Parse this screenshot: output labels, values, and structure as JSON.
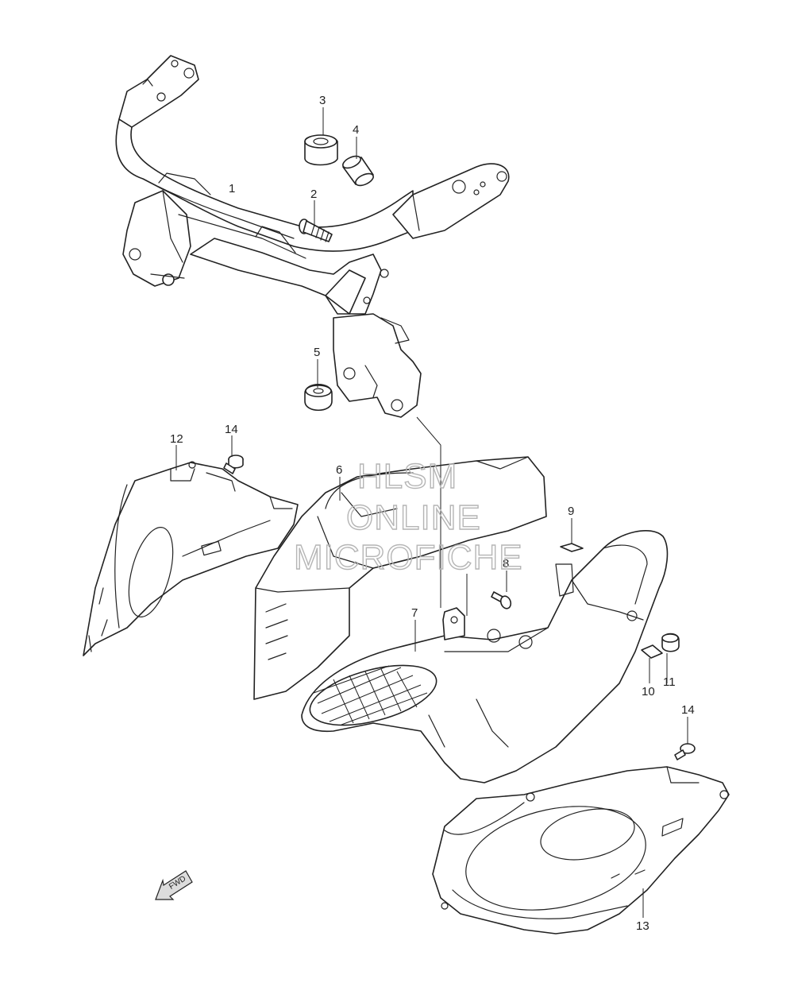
{
  "watermark": {
    "line1": "HLSM",
    "line2": "ONLINE",
    "line3": "MICROFICHE"
  },
  "direction_arrow": {
    "label": "FWD"
  },
  "callouts": [
    {
      "id": "c1",
      "text": "1"
    },
    {
      "id": "c2",
      "text": "2"
    },
    {
      "id": "c3",
      "text": "3"
    },
    {
      "id": "c4",
      "text": "4"
    },
    {
      "id": "c5",
      "text": "5"
    },
    {
      "id": "c6",
      "text": "6"
    },
    {
      "id": "c7",
      "text": "7"
    },
    {
      "id": "c8",
      "text": "8"
    },
    {
      "id": "c9",
      "text": "9"
    },
    {
      "id": "c10",
      "text": "10"
    },
    {
      "id": "c11",
      "text": "11"
    },
    {
      "id": "c12",
      "text": "12"
    },
    {
      "id": "c13",
      "text": "13"
    },
    {
      "id": "c14a",
      "text": "14"
    },
    {
      "id": "c14b",
      "text": "14"
    }
  ]
}
